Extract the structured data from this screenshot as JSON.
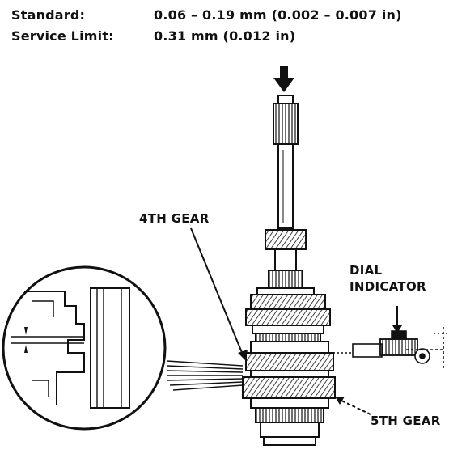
{
  "specs": {
    "standard_label": "Standard:",
    "standard_value": "0.06 – 0.19 mm (0.002 – 0.007 in)",
    "limit_label": "Service Limit:",
    "limit_value": "0.31 mm (0.012 in)"
  },
  "callouts": {
    "fourth_gear": "4TH GEAR",
    "dial_indicator_line1": "DIAL",
    "dial_indicator_line2": "INDICATOR",
    "fifth_gear": "5TH GEAR"
  },
  "colors": {
    "ink": "#111111",
    "paper": "#ffffff"
  }
}
